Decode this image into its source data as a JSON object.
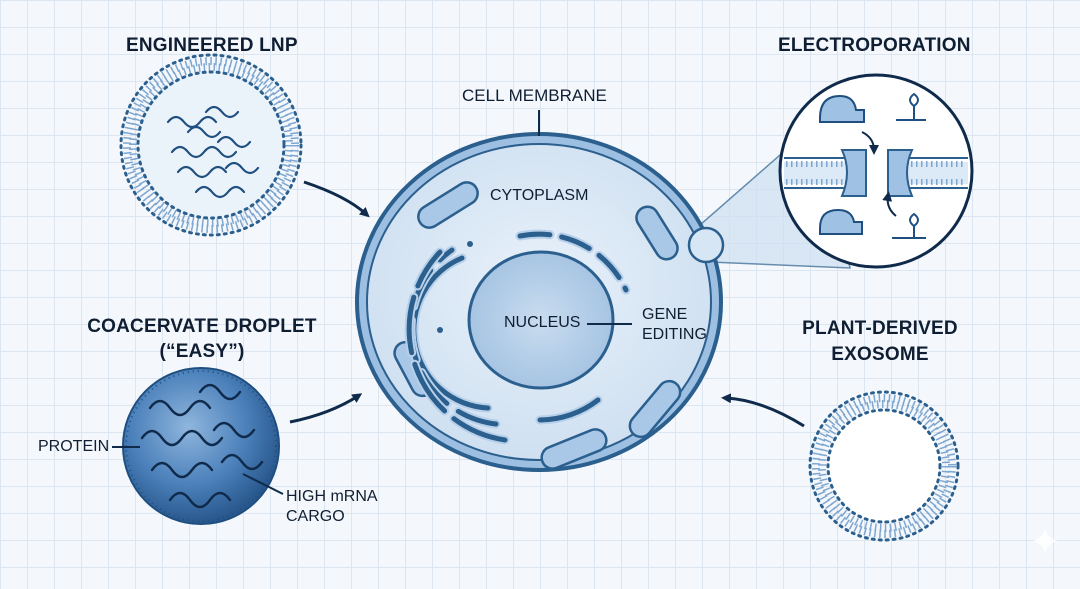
{
  "labels": {
    "engineered_lnp": "ENGINEERED LNP",
    "electroporation": "ELECTROPORATION",
    "cell_membrane": "CELL MEMBRANE",
    "cytoplasm": "CYTOPLASM",
    "nucleus": "NUCLEUS",
    "gene_editing_line1": "GENE",
    "gene_editing_line2": "EDITING",
    "coacervate_line1": "COACERVATE DROPLET",
    "coacervate_line2": "(“EASY”)",
    "protein": "PROTEIN",
    "high_mrna_line1": "HIGH mRNA",
    "high_mrna_line2": "CARGO",
    "exosome_line1": "PLANT-DERIVED",
    "exosome_line2": "EXOSOME"
  },
  "colors": {
    "outline": "#2b5f8e",
    "dark": "#0f2a4a",
    "cell_fill": "#dbe8f5",
    "nucleus_fill": "#b7d0ea",
    "organelle_fill": "#a9c7e6",
    "droplet_fill": "#3f78b4"
  },
  "icons": [
    "sparkle-icon"
  ]
}
